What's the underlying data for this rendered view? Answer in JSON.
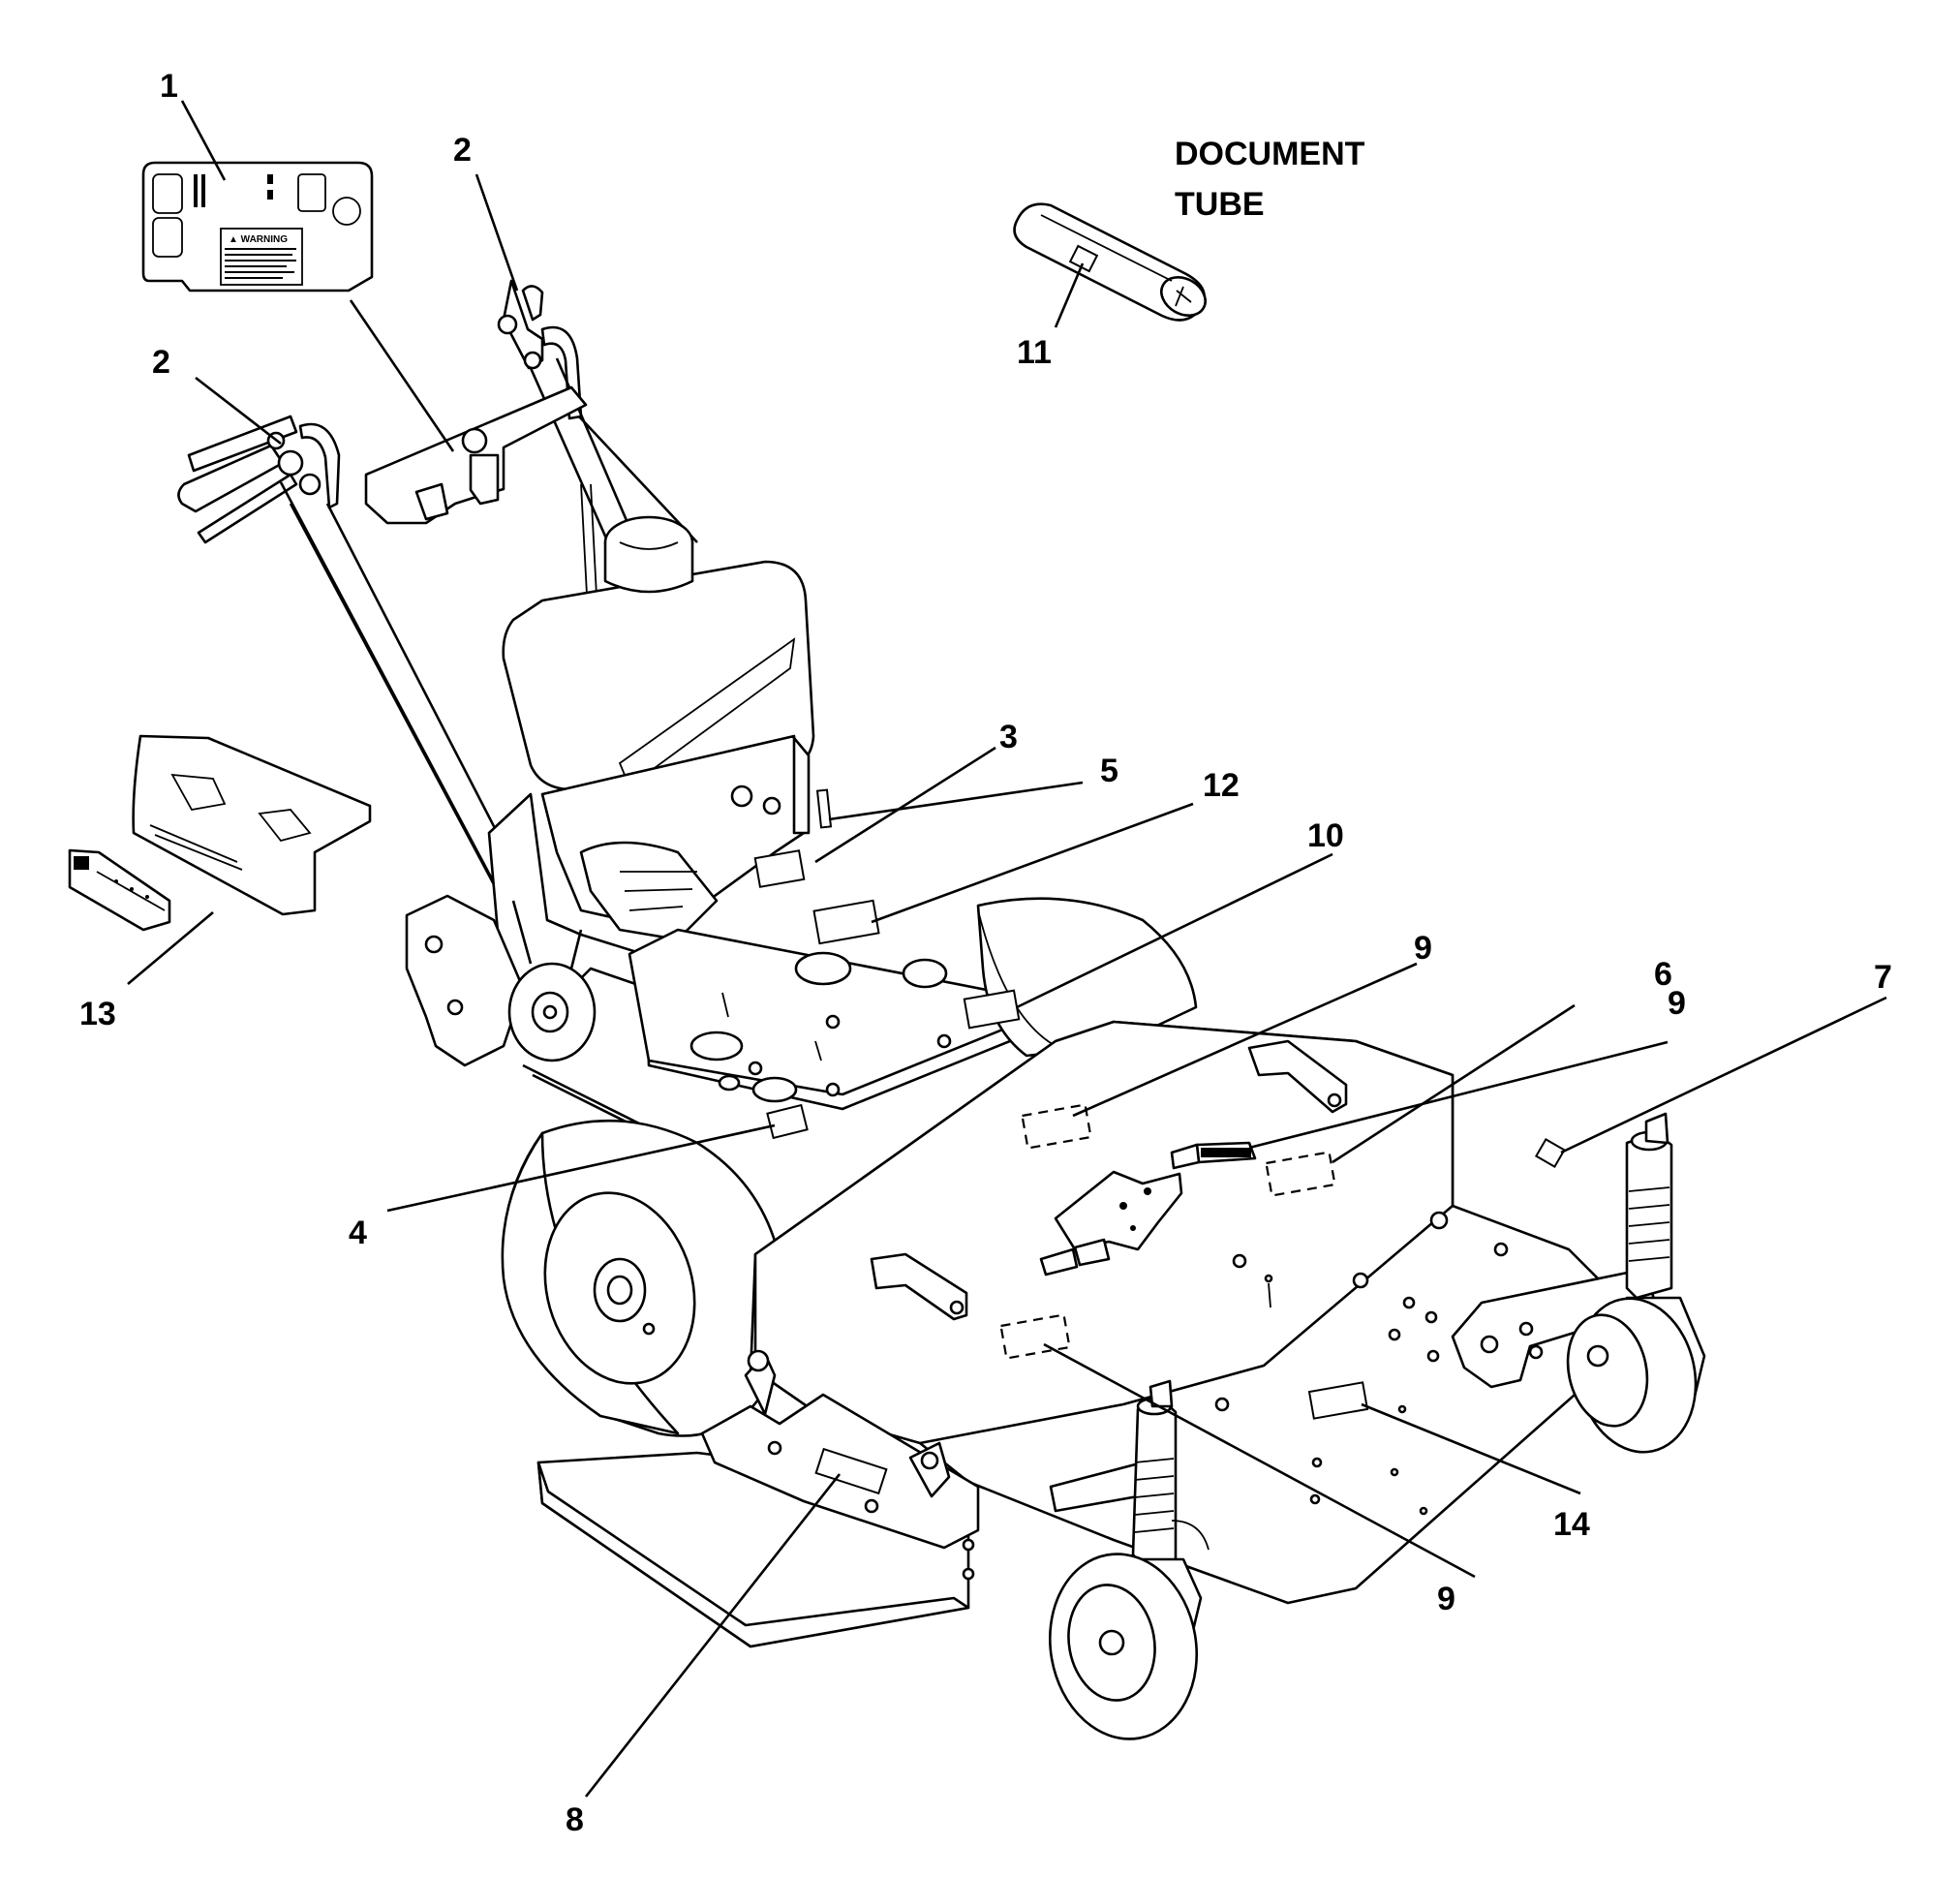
{
  "document_tube_label": [
    "DOCUMENT",
    "TUBE"
  ],
  "callouts": [
    {
      "id": "c1",
      "text": "1"
    },
    {
      "id": "c2a",
      "text": "2"
    },
    {
      "id": "c2b",
      "text": "2"
    },
    {
      "id": "c3",
      "text": "3"
    },
    {
      "id": "c4",
      "text": "4"
    },
    {
      "id": "c5",
      "text": "5"
    },
    {
      "id": "c6",
      "text": "6"
    },
    {
      "id": "c7",
      "text": "7"
    },
    {
      "id": "c8",
      "text": "8"
    },
    {
      "id": "c9a",
      "text": "9"
    },
    {
      "id": "c9b",
      "text": "9"
    },
    {
      "id": "c9c",
      "text": "9"
    },
    {
      "id": "c10",
      "text": "10"
    },
    {
      "id": "c11",
      "text": "11"
    },
    {
      "id": "c12",
      "text": "12"
    },
    {
      "id": "c13",
      "text": "13"
    },
    {
      "id": "c14",
      "text": "14"
    }
  ],
  "warning_decal_heading": "▲ WARNING"
}
